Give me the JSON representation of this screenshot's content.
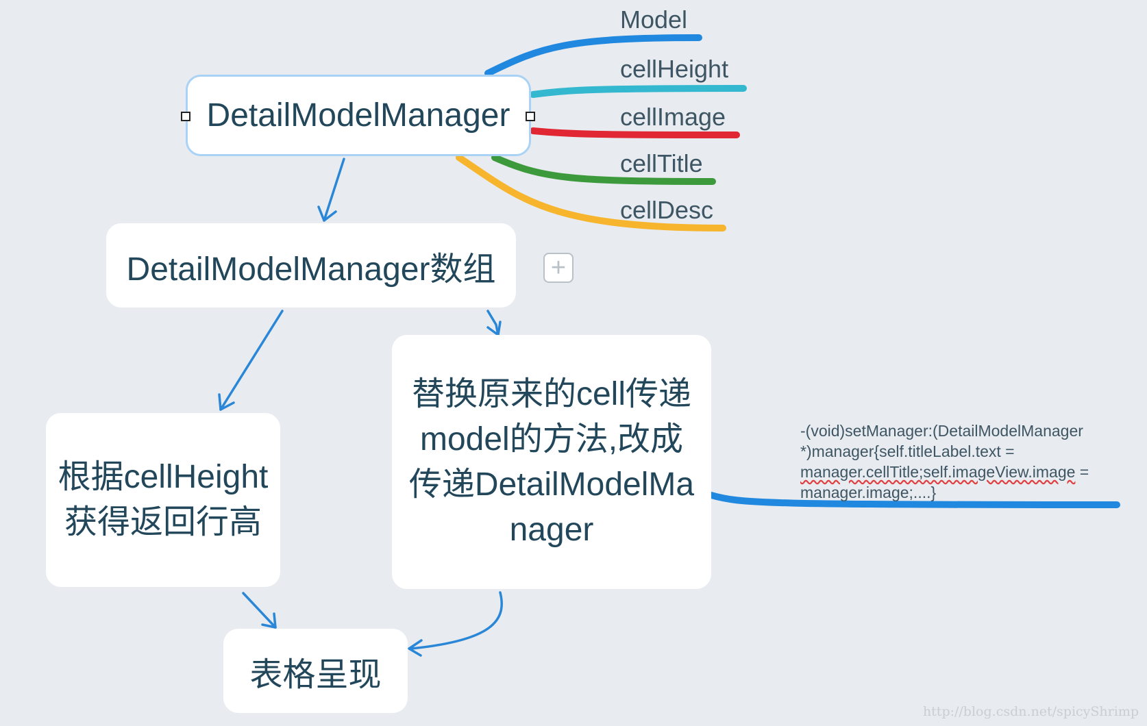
{
  "nodes": {
    "root": "DetailModelManager",
    "array": "DetailModelManager数组",
    "height": "根据cellHeight获得返回行高",
    "replace": "替换原来的cell传递model的方法,改成传递DetailModelManager",
    "table": "表格呈现"
  },
  "branches": [
    {
      "label": "Model",
      "color": "#2188e0"
    },
    {
      "label": "cellHeight",
      "color": "#33b8d0"
    },
    {
      "label": "cellImage",
      "color": "#e02733"
    },
    {
      "label": "cellTitle",
      "color": "#3c9a3c"
    },
    {
      "label": "cellDesc",
      "color": "#f7b52d"
    }
  ],
  "code_note": {
    "line1": "-(void)setManager:(DetailModelManager",
    "line2": "*)manager{self.titleLabel.text =",
    "line3": "manager.cellTitle;self.imageView.image",
    "line3_tail": " =",
    "line4": "manager.image;....}",
    "connector_color": "#2188e0"
  },
  "expand_icon": "plus-icon",
  "arrow_color": "#2a86d6",
  "watermark": "http://blog.csdn.net/spicyShrimp"
}
